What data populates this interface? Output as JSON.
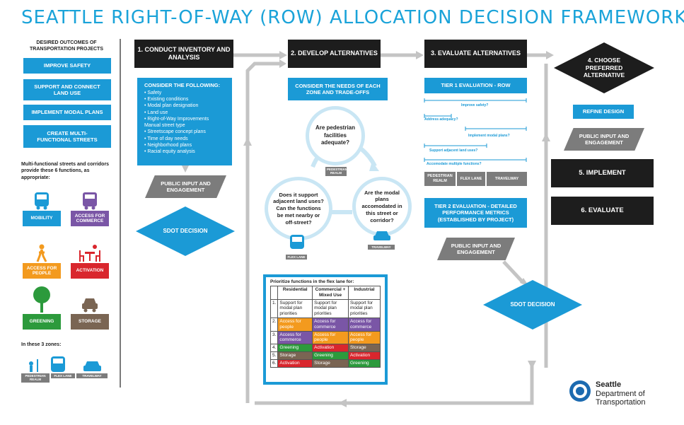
{
  "title": "SEATTLE RIGHT-OF-WAY (ROW) ALLOCATION DECISION FRAMEWORK",
  "sidebar": {
    "outcomes_heading": "DESIRED OUTCOMES OF TRANSPORTATION PROJECTS",
    "outcomes": [
      "IMPROVE SAFETY",
      "SUPPORT AND CONNECT LAND USE",
      "IMPLEMENT MODAL PLANS",
      "CREATE MULTI-FUNCTIONAL STREETS"
    ],
    "functions_heading": "Multi-functional streets and corridors provide these 6 functions, as appropriate:",
    "functions": [
      {
        "label": "MOBILITY",
        "color": "#1b9ad6",
        "icon": "bus-icon"
      },
      {
        "label": "ACCESS FOR COMMERCE",
        "color": "#7a56a6",
        "icon": "truck-icon"
      },
      {
        "label": "ACCESS FOR PEOPLE",
        "color": "#f39a1e",
        "icon": "pedestrian-icon"
      },
      {
        "label": "ACTIVATION",
        "color": "#d9262d",
        "icon": "cafe-seating-icon"
      },
      {
        "label": "GREENING",
        "color": "#2c9a3c",
        "icon": "tree-icon"
      },
      {
        "label": "STORAGE",
        "color": "#7a6553",
        "icon": "parked-car-icon"
      }
    ],
    "zones_heading": "In these 3 zones:",
    "zones": [
      "PEDESTRIAN REALM",
      "FLEX LANE",
      "TRAVELWAY"
    ]
  },
  "step1": {
    "header": "1. CONDUCT INVENTORY AND ANALYSIS",
    "consider_heading": "CONSIDER THE FOLLOWING:",
    "items": [
      "Safety",
      "Existing conditions",
      "Modal plan designation",
      "Land use",
      "Right-of-Way Improvements Manual street type",
      "Streetscape concept plans",
      "Time of day needs",
      "Neighborhood plans",
      "Racial equity analysis"
    ],
    "public_input": "PUBLIC INPUT AND ENGAGEMENT",
    "decision": "SDOT DECISION"
  },
  "step2": {
    "header": "2. DEVELOP ALTERNATIVES",
    "consider_heading": "CONSIDER THE NEEDS OF EACH ZONE AND TRADE-OFFS",
    "circles": [
      {
        "question": "Are pedestrian facilities adequate?",
        "zone": "PEDESTRIAN REALM"
      },
      {
        "question": "Are the modal plans accomodated in this street or corridor?",
        "zone": "TRAVELWAY"
      },
      {
        "question": "Does it support adjacent land uses? Can the functions be met nearby or off-street?",
        "zone": "FLEX LANE"
      }
    ],
    "table_heading": "Prioritize functions in the flex lane for:",
    "table_columns": [
      "Residential",
      "Commercial + Mixed Use",
      "Industrial"
    ],
    "table_rows": [
      {
        "num": "1.",
        "cells": [
          {
            "text": "Support for modal plan priorities",
            "cls": ""
          },
          {
            "text": "Support for modal plan priorities",
            "cls": ""
          },
          {
            "text": "Support for modal plan priorities",
            "cls": ""
          }
        ]
      },
      {
        "num": "2.",
        "cells": [
          {
            "text": "Access for people",
            "cls": "c-people"
          },
          {
            "text": "Access for commerce",
            "cls": "c-commerce"
          },
          {
            "text": "Access for commerce",
            "cls": "c-commerce"
          }
        ]
      },
      {
        "num": "3.",
        "cells": [
          {
            "text": "Access for commerce",
            "cls": "c-commerce"
          },
          {
            "text": "Access for people",
            "cls": "c-people"
          },
          {
            "text": "Access for people",
            "cls": "c-people"
          }
        ]
      },
      {
        "num": "4.",
        "cells": [
          {
            "text": "Greening",
            "cls": "c-green"
          },
          {
            "text": "Activation",
            "cls": "c-act"
          },
          {
            "text": "Storage",
            "cls": "c-store"
          }
        ]
      },
      {
        "num": "5.",
        "cells": [
          {
            "text": "Storage",
            "cls": "c-store"
          },
          {
            "text": "Greening",
            "cls": "c-green"
          },
          {
            "text": "Activation",
            "cls": "c-act"
          }
        ]
      },
      {
        "num": "6.",
        "cells": [
          {
            "text": "Activation",
            "cls": "c-act"
          },
          {
            "text": "Storage",
            "cls": "c-store"
          },
          {
            "text": "Greening",
            "cls": "c-green"
          }
        ]
      }
    ]
  },
  "step3": {
    "header": "3. EVALUATE ALTERNATIVES",
    "tier1": "TIER 1 EVALUATION - ROW",
    "tier1_questions": [
      "Improve safety?",
      "Address adequacy?",
      "Implement modal plans?",
      "Support adjacent land uses?",
      "Accomodate multiple functions?"
    ],
    "zones": [
      "PEDESTRIAN REALM",
      "FLEX LANE",
      "TRAVELWAY"
    ],
    "tier2": "TIER 2 EVALUATION - DETAILED PERFORMANCE METRICS (ESTABLISHED BY PROJECT)",
    "public_input": "PUBLIC INPUT AND ENGAGEMENT",
    "decision": "SDOT DECISION"
  },
  "step4": {
    "header": "4. CHOOSE PREFERRED ALTERNATIVE",
    "refine": "REFINE DESIGN",
    "public_input": "PUBLIC INPUT AND ENGAGEMENT",
    "implement": "5. IMPLEMENT",
    "evaluate": "6. EVALUATE"
  },
  "logo": {
    "line1": "Seattle",
    "line2": "Department of",
    "line3": "Transportation"
  },
  "colors": {
    "accent_blue": "#1b9ad6",
    "title_blue": "#1aa3d9",
    "dark": "#1d1d1d",
    "arrow_grey": "#c4c4c4"
  }
}
